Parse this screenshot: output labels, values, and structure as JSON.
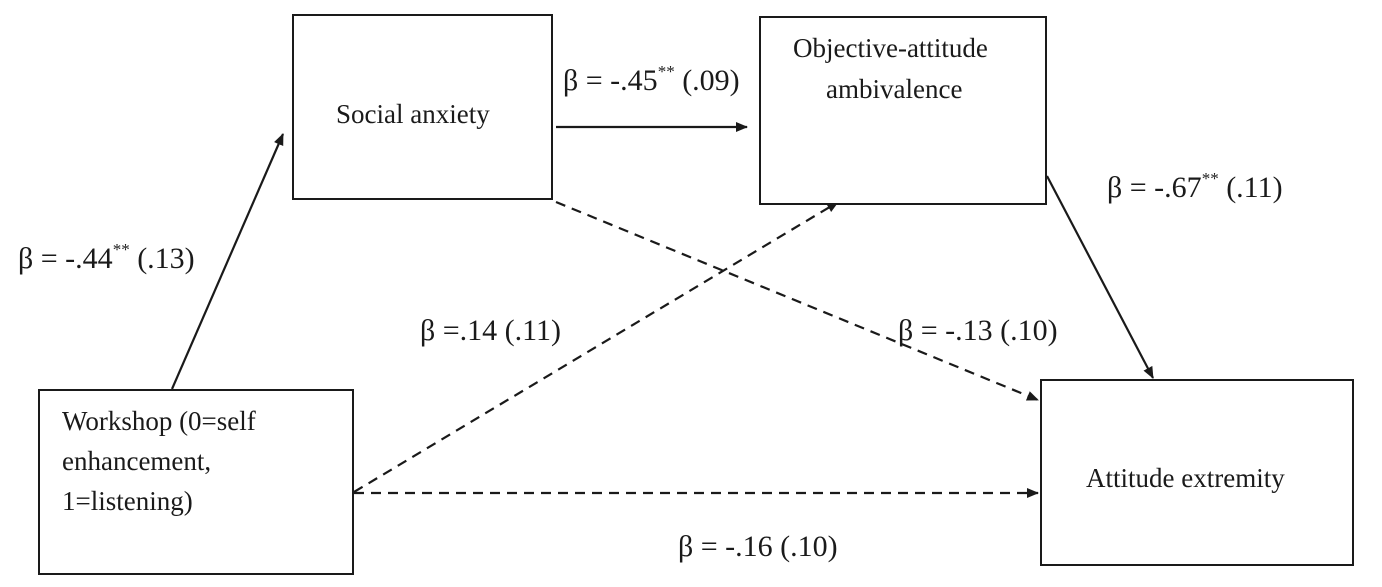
{
  "nodes": {
    "social_anxiety": {
      "label": "Social anxiety"
    },
    "ambivalence": {
      "line1": "Objective-attitude",
      "line2": "ambivalence"
    },
    "workshop": {
      "line1": "Workshop (0=self",
      "line2": "enhancement,",
      "line3": "1=listening)"
    },
    "extremity": {
      "label": "Attitude extremity"
    }
  },
  "paths": {
    "workshop_to_anxiety": {
      "coef": "β = -.44",
      "sig": "**",
      "se": " (.13)"
    },
    "anxiety_to_ambivalence": {
      "coef": "β = -.45",
      "sig": "**",
      "se": " (.09)"
    },
    "ambivalence_to_extremity": {
      "coef": "β = -.67",
      "sig": "**",
      "se": " (.11)"
    },
    "workshop_to_ambivalence": {
      "coef": "β =.14 (.11)"
    },
    "anxiety_to_extremity": {
      "coef": "β = -.13 (.10)"
    },
    "workshop_to_extremity": {
      "coef": "β = -.16 (.10)"
    }
  },
  "colors": {
    "stroke": "#1a1a1a",
    "background": "#ffffff"
  }
}
